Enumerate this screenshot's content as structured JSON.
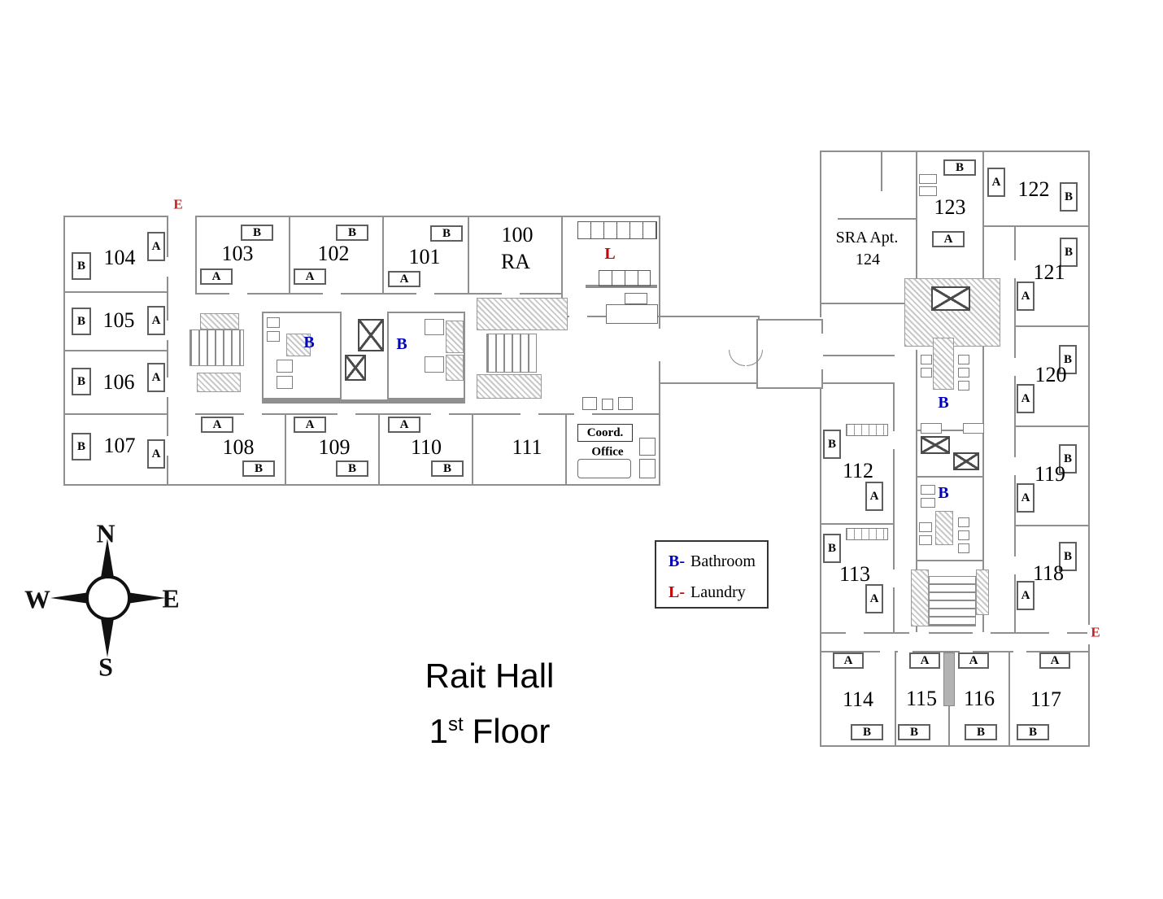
{
  "title": {
    "building": "Rait Hall",
    "floor": {
      "number": "1",
      "ordinal": "st",
      "word": "Floor"
    }
  },
  "legend": {
    "items": [
      {
        "key": "B-",
        "label": "Bathroom",
        "color": "#0000bb"
      },
      {
        "key": "L-",
        "label": "Laundry",
        "color": "#cc0000"
      }
    ]
  },
  "compass": {
    "north": "N",
    "south": "S",
    "east": "E",
    "west": "W"
  },
  "symbols": {
    "bathroom": "B",
    "laundry": "L",
    "exit": "E",
    "bed_a": "A",
    "bed_b": "B"
  },
  "left_wing": {
    "rooms": {
      "r100": "100",
      "r100_occupant": "RA",
      "r101": "101",
      "r102": "102",
      "r103": "103",
      "r104": "104",
      "r105": "105",
      "r106": "106",
      "r107": "107",
      "r108": "108",
      "r109": "109",
      "r110": "110",
      "r111": "111"
    },
    "coord_office": {
      "line1": "Coord.",
      "line2": "Office"
    }
  },
  "right_wing": {
    "sra_apartment": {
      "line1": "SRA Apt.",
      "line2": "124"
    },
    "rooms": {
      "r112": "112",
      "r113": "113",
      "r114": "114",
      "r115": "115",
      "r116": "116",
      "r117": "117",
      "r118": "118",
      "r119": "119",
      "r120": "120",
      "r121": "121",
      "r122": "122",
      "r123": "123"
    }
  },
  "colors": {
    "bathroom_blue": "#0000bb",
    "laundry_red": "#cc0000",
    "exit_red": "#c22222",
    "wall_gray": "#8f8f8f"
  }
}
